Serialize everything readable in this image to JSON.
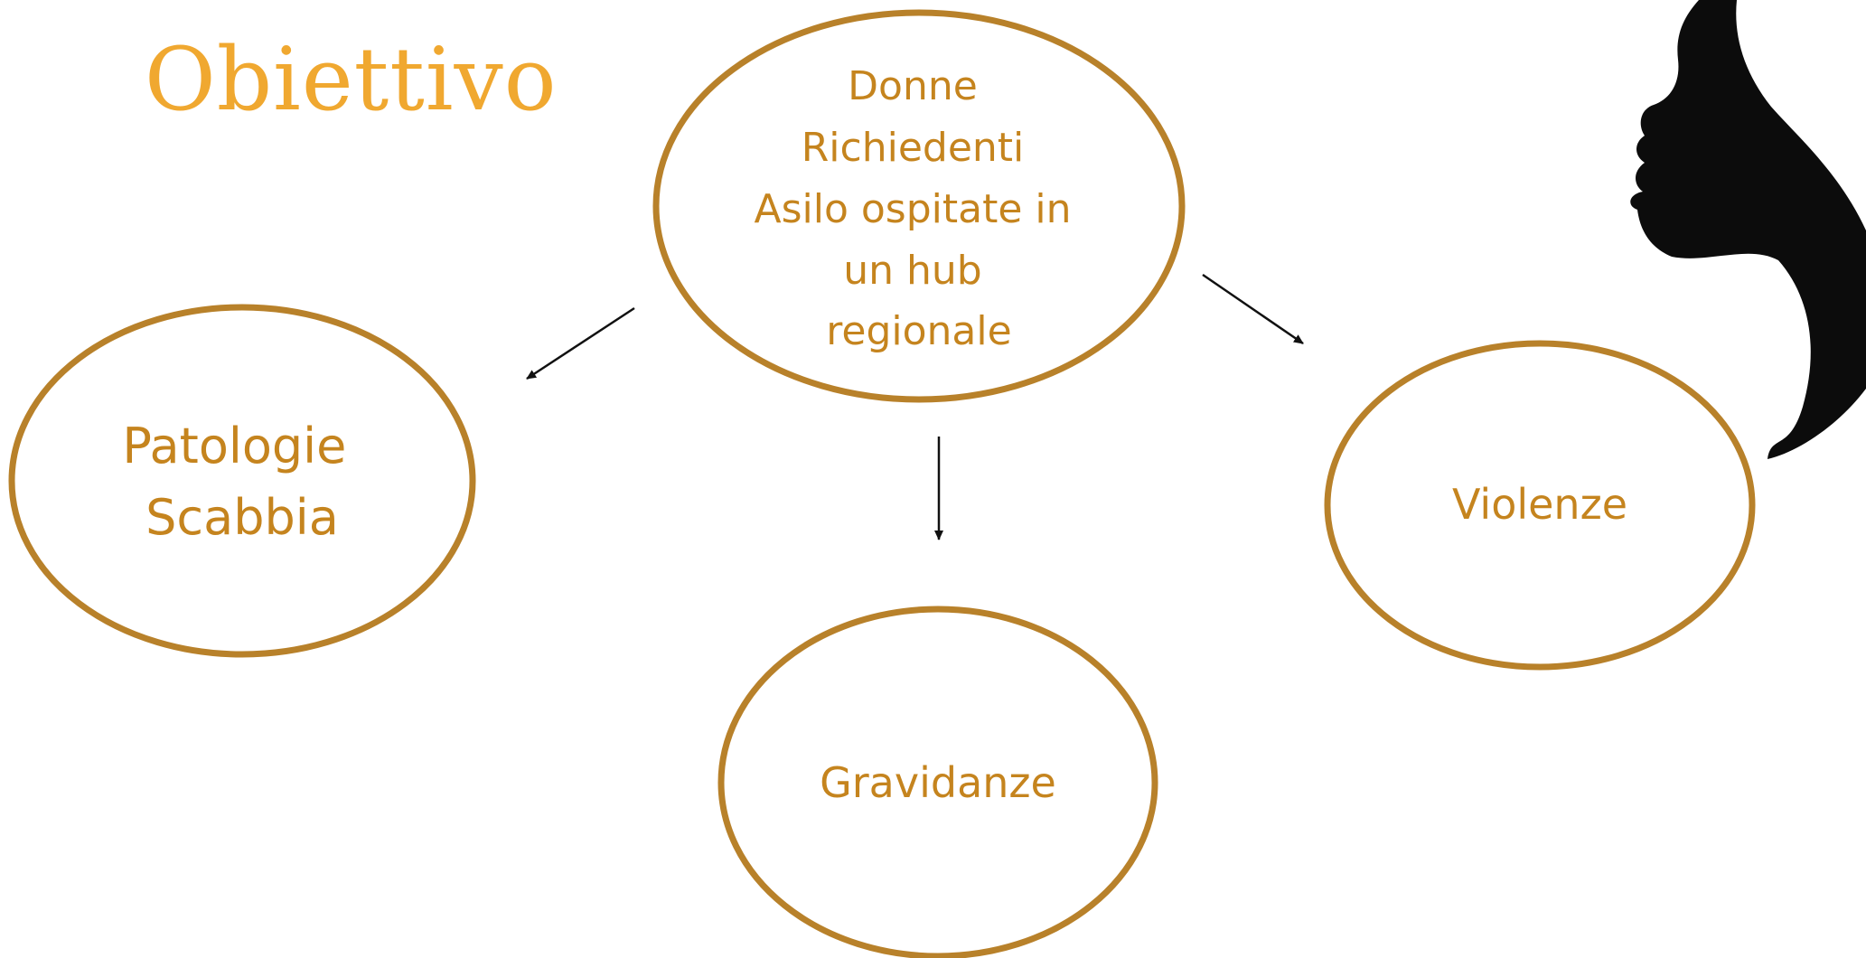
{
  "slide": {
    "title": "Obiettivo"
  },
  "colors": {
    "title": "#F0A830",
    "ellipse_stroke": "#B8812A",
    "node_text": "#C5841E",
    "arrow": "#111111",
    "silhouette": "#0c0c0c",
    "background": "#FFFFFF"
  },
  "diagram": {
    "nodes": [
      {
        "id": "center",
        "lines": [
          "Donne",
          "Richiedenti",
          "Asilo ospitate in",
          "un hub",
          "regionale"
        ]
      },
      {
        "id": "left",
        "lines": [
          "Patologie",
          "Scabbia"
        ]
      },
      {
        "id": "bottom",
        "lines": [
          "Gravidanze"
        ]
      },
      {
        "id": "right",
        "lines": [
          "Violenze"
        ]
      }
    ],
    "edges": [
      {
        "from": "center",
        "to": "left"
      },
      {
        "from": "center",
        "to": "bottom"
      },
      {
        "from": "center",
        "to": "right"
      }
    ]
  },
  "decoration": {
    "silhouette_icon": "woman-profile-silhouette-icon"
  }
}
